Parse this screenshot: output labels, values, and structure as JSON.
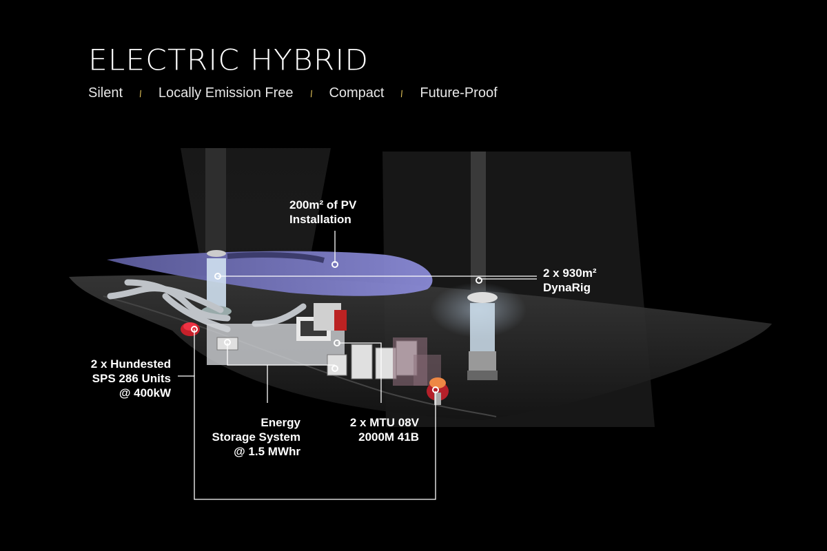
{
  "title": "ELECTRIC HYBRID",
  "tagline": [
    "Silent",
    "Locally Emission Free",
    "Compact",
    "Future-Proof"
  ],
  "callouts": {
    "pv": [
      "200m² of PV",
      "Installation"
    ],
    "dynarig": [
      "2 x 930m²",
      "DynaRig"
    ],
    "hundested": [
      "2 x Hundested",
      "SPS 286 Units",
      "@ 400kW"
    ],
    "ess": [
      "Energy",
      "Storage System",
      "@ 1.5 MWhr"
    ],
    "mtu": [
      "2 x MTU 08V",
      "2000M 41B"
    ]
  },
  "colors": {
    "accent": "#e6c65a",
    "leader": "#ffffff",
    "background": "#000000",
    "hull": "#2b2b2b",
    "pv": "#7a7ac8"
  }
}
